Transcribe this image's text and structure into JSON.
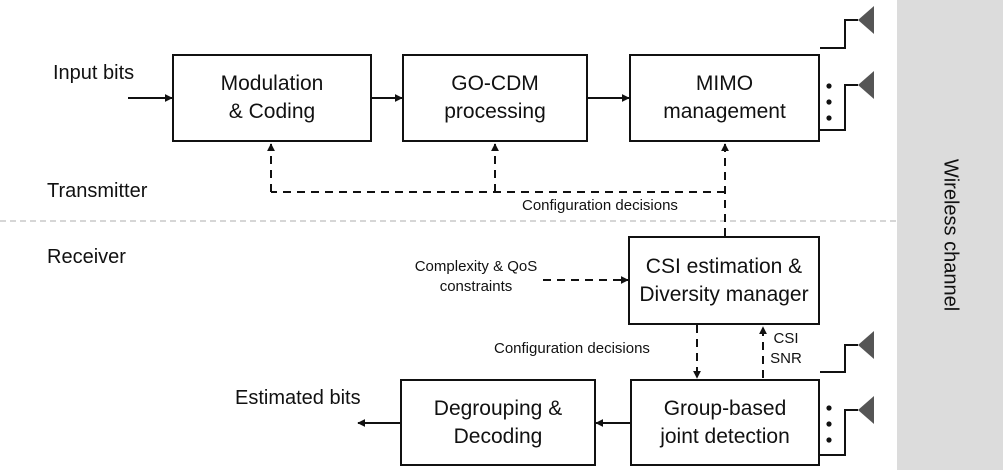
{
  "diagram": {
    "sections": {
      "transmitter": "Transmitter",
      "receiver": "Receiver",
      "channel": "Wireless channel"
    },
    "inputs": {
      "input_bits": "Input bits",
      "estimated_bits": "Estimated bits"
    },
    "blocks": {
      "modulation": [
        "Modulation",
        "& Coding"
      ],
      "gocdm": [
        "GO-CDM",
        "processing"
      ],
      "mimo": [
        "MIMO",
        "management"
      ],
      "csi": [
        "CSI estimation &",
        "Diversity manager"
      ],
      "degrouping": [
        "Degrouping &",
        "Decoding"
      ],
      "group": [
        "Group-based",
        "joint detection"
      ]
    },
    "annotations": {
      "config_tx": "Configuration decisions",
      "config_rx": "Configuration decisions",
      "constraints": [
        "Complexity & QoS",
        "constraints"
      ],
      "feedback": [
        "CSI",
        "SNR"
      ]
    },
    "colors": {
      "line": "#111111",
      "channel_band": "#dcdcdc",
      "divider": "#c8c8c8",
      "antenna": "#555555"
    }
  }
}
